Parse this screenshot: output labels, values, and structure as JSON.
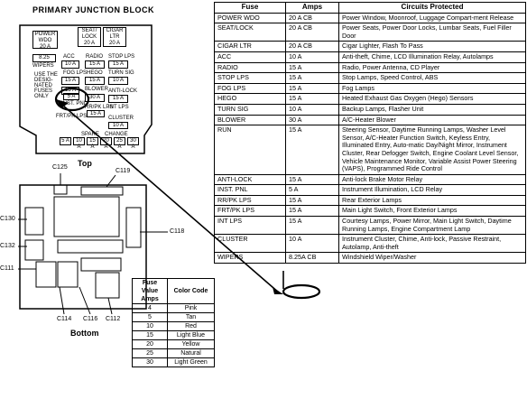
{
  "top_title": "PRIMARY JUNCTION BLOCK",
  "top_label": "Top",
  "bottom_label": "Bottom",
  "junction_top": {
    "power_wdo": "POWER WDO",
    "power_wdo_amp": "20 A",
    "seat_lock": "SEAT/ LOCK",
    "seat_lock_amp": "20 A",
    "cigar_ltr": "CIGAR LTR",
    "cigar_ltr_amp": "20 A",
    "wipers_amp": "8.25",
    "wipers": "WIPERS",
    "acc": "ACC",
    "acc_amp": "10 A",
    "radio": "RADIO",
    "radio_amp": "15 A",
    "stop_lps": "STOP LPS",
    "stop_lps_amp": "15 A",
    "note": "USE THE DESIG-NATED FUSES ONLY",
    "fog_lps": "FOG LPS",
    "fog_lps_amp": "15 A",
    "hego": "HEGO",
    "hego_amp": "15 A",
    "turn_sig": "TURN SIG",
    "turn_sig_amp": "10 A",
    "blower": "BLOWER",
    "blower_amp": "30 A",
    "run": "RUN",
    "run_amp": "15 A",
    "anti_lock": "ANTI-LOCK",
    "anti_lock_amp": "15 A",
    "inst_pnl": "INST. PNL",
    "inst_pnl_amp": "5 A",
    "rr_pk_lps": "RR/PK LPS",
    "rr_pk_lps_amp": "15 A",
    "frt_pk_lps": "FRT/PK LPS",
    "int_lps": "INT LPS",
    "int_lps_amp": "15 A",
    "cluster": "CLUSTER",
    "cluster_amp": "10 A",
    "spare": "SPARE",
    "change": "CHANGE",
    "spare_amps": [
      "5 A",
      "10 A",
      "15 A",
      "20 A",
      "25 A",
      "30 A"
    ]
  },
  "connectors": {
    "c125": "C125",
    "c119": "C119",
    "c130": "C130",
    "c132": "C132",
    "c111": "C111",
    "c118": "C118",
    "c114": "C114",
    "c116": "C116",
    "c112": "C112"
  },
  "color_code": {
    "header_amps": "Fuse Value Amps",
    "header_color": "Color Code",
    "rows": [
      {
        "amps": "4",
        "color": "Pink"
      },
      {
        "amps": "5",
        "color": "Tan"
      },
      {
        "amps": "10",
        "color": "Red"
      },
      {
        "amps": "15",
        "color": "Light Blue"
      },
      {
        "amps": "20",
        "color": "Yellow"
      },
      {
        "amps": "25",
        "color": "Natural"
      },
      {
        "amps": "30",
        "color": "Light Green"
      }
    ]
  },
  "fuse_table": {
    "headers": [
      "Fuse",
      "Amps",
      "Circuits Protected"
    ],
    "rows": [
      {
        "fuse": "POWER WDO",
        "amps": "20 A CB",
        "circuits": "Power Window, Moonroof, Luggage Compart-ment Release"
      },
      {
        "fuse": "SEAT/LOCK",
        "amps": "20 A CB",
        "circuits": "Power Seats, Power Door Locks, Lumbar Seats, Fuel Filler Door"
      },
      {
        "fuse": "CIGAR LTR",
        "amps": "20 A CB",
        "circuits": "Cigar Lighter, Flash To Pass"
      },
      {
        "fuse": "ACC",
        "amps": "10 A",
        "circuits": "Anti-theft, Chime, LCD Illumination Relay, Autolamps"
      },
      {
        "fuse": "RADIO",
        "amps": "15 A",
        "circuits": "Radio, Power Antenna, CD Player"
      },
      {
        "fuse": "STOP LPS",
        "amps": "15 A",
        "circuits": "Stop Lamps, Speed Control, ABS"
      },
      {
        "fuse": "FOG LPS",
        "amps": "15 A",
        "circuits": "Fog Lamps"
      },
      {
        "fuse": "HEGO",
        "amps": "15 A",
        "circuits": "Heated Exhaust Gas Oxygen (Hego) Sensors"
      },
      {
        "fuse": "TURN SIG",
        "amps": "10 A",
        "circuits": "Backup Lamps, Flasher Unit"
      },
      {
        "fuse": "BLOWER",
        "amps": "30 A",
        "circuits": "A/C-Heater Blower"
      },
      {
        "fuse": "RUN",
        "amps": "15 A",
        "circuits": "Steering Sensor, Daytime Running Lamps, Washer Level Sensor, A/C-Heater Function Switch, Keyless Entry, Illuminated Entry, Auto-matic Day/Night Mirror, Instrument Cluster, Rear Defogger Switch, Engine Coolant Level Sensor, Vehicle Maintenance Monitor, Variable Assist Power Steering (VAPS), Programmed Ride Control"
      },
      {
        "fuse": "ANTI-LOCK",
        "amps": "15 A",
        "circuits": "Anti-lock Brake Motor Relay"
      },
      {
        "fuse": "INST. PNL",
        "amps": "5 A",
        "circuits": "Instrument Illumination, LCD Relay"
      },
      {
        "fuse": "RR/PK LPS",
        "amps": "15 A",
        "circuits": "Rear Exterior Lamps"
      },
      {
        "fuse": "FRT/PK LPS",
        "amps": "15 A",
        "circuits": "Main Light Switch, Front Exterior Lamps"
      },
      {
        "fuse": "INT LPS",
        "amps": "15 A",
        "circuits": "Courtesy Lamps, Power Mirror, Main Light Switch, Daytime Running Lamps, Engine Compartment Lamp"
      },
      {
        "fuse": "CLUSTER",
        "amps": "10 A",
        "circuits": "Instrument Cluster, Chime, Anti-lock, Passive Restraint, Autolamp, Anti-theft"
      },
      {
        "fuse": "WIPERS",
        "amps": "8.25A CB",
        "circuits": "Windshield Wiper/Washer"
      }
    ]
  }
}
